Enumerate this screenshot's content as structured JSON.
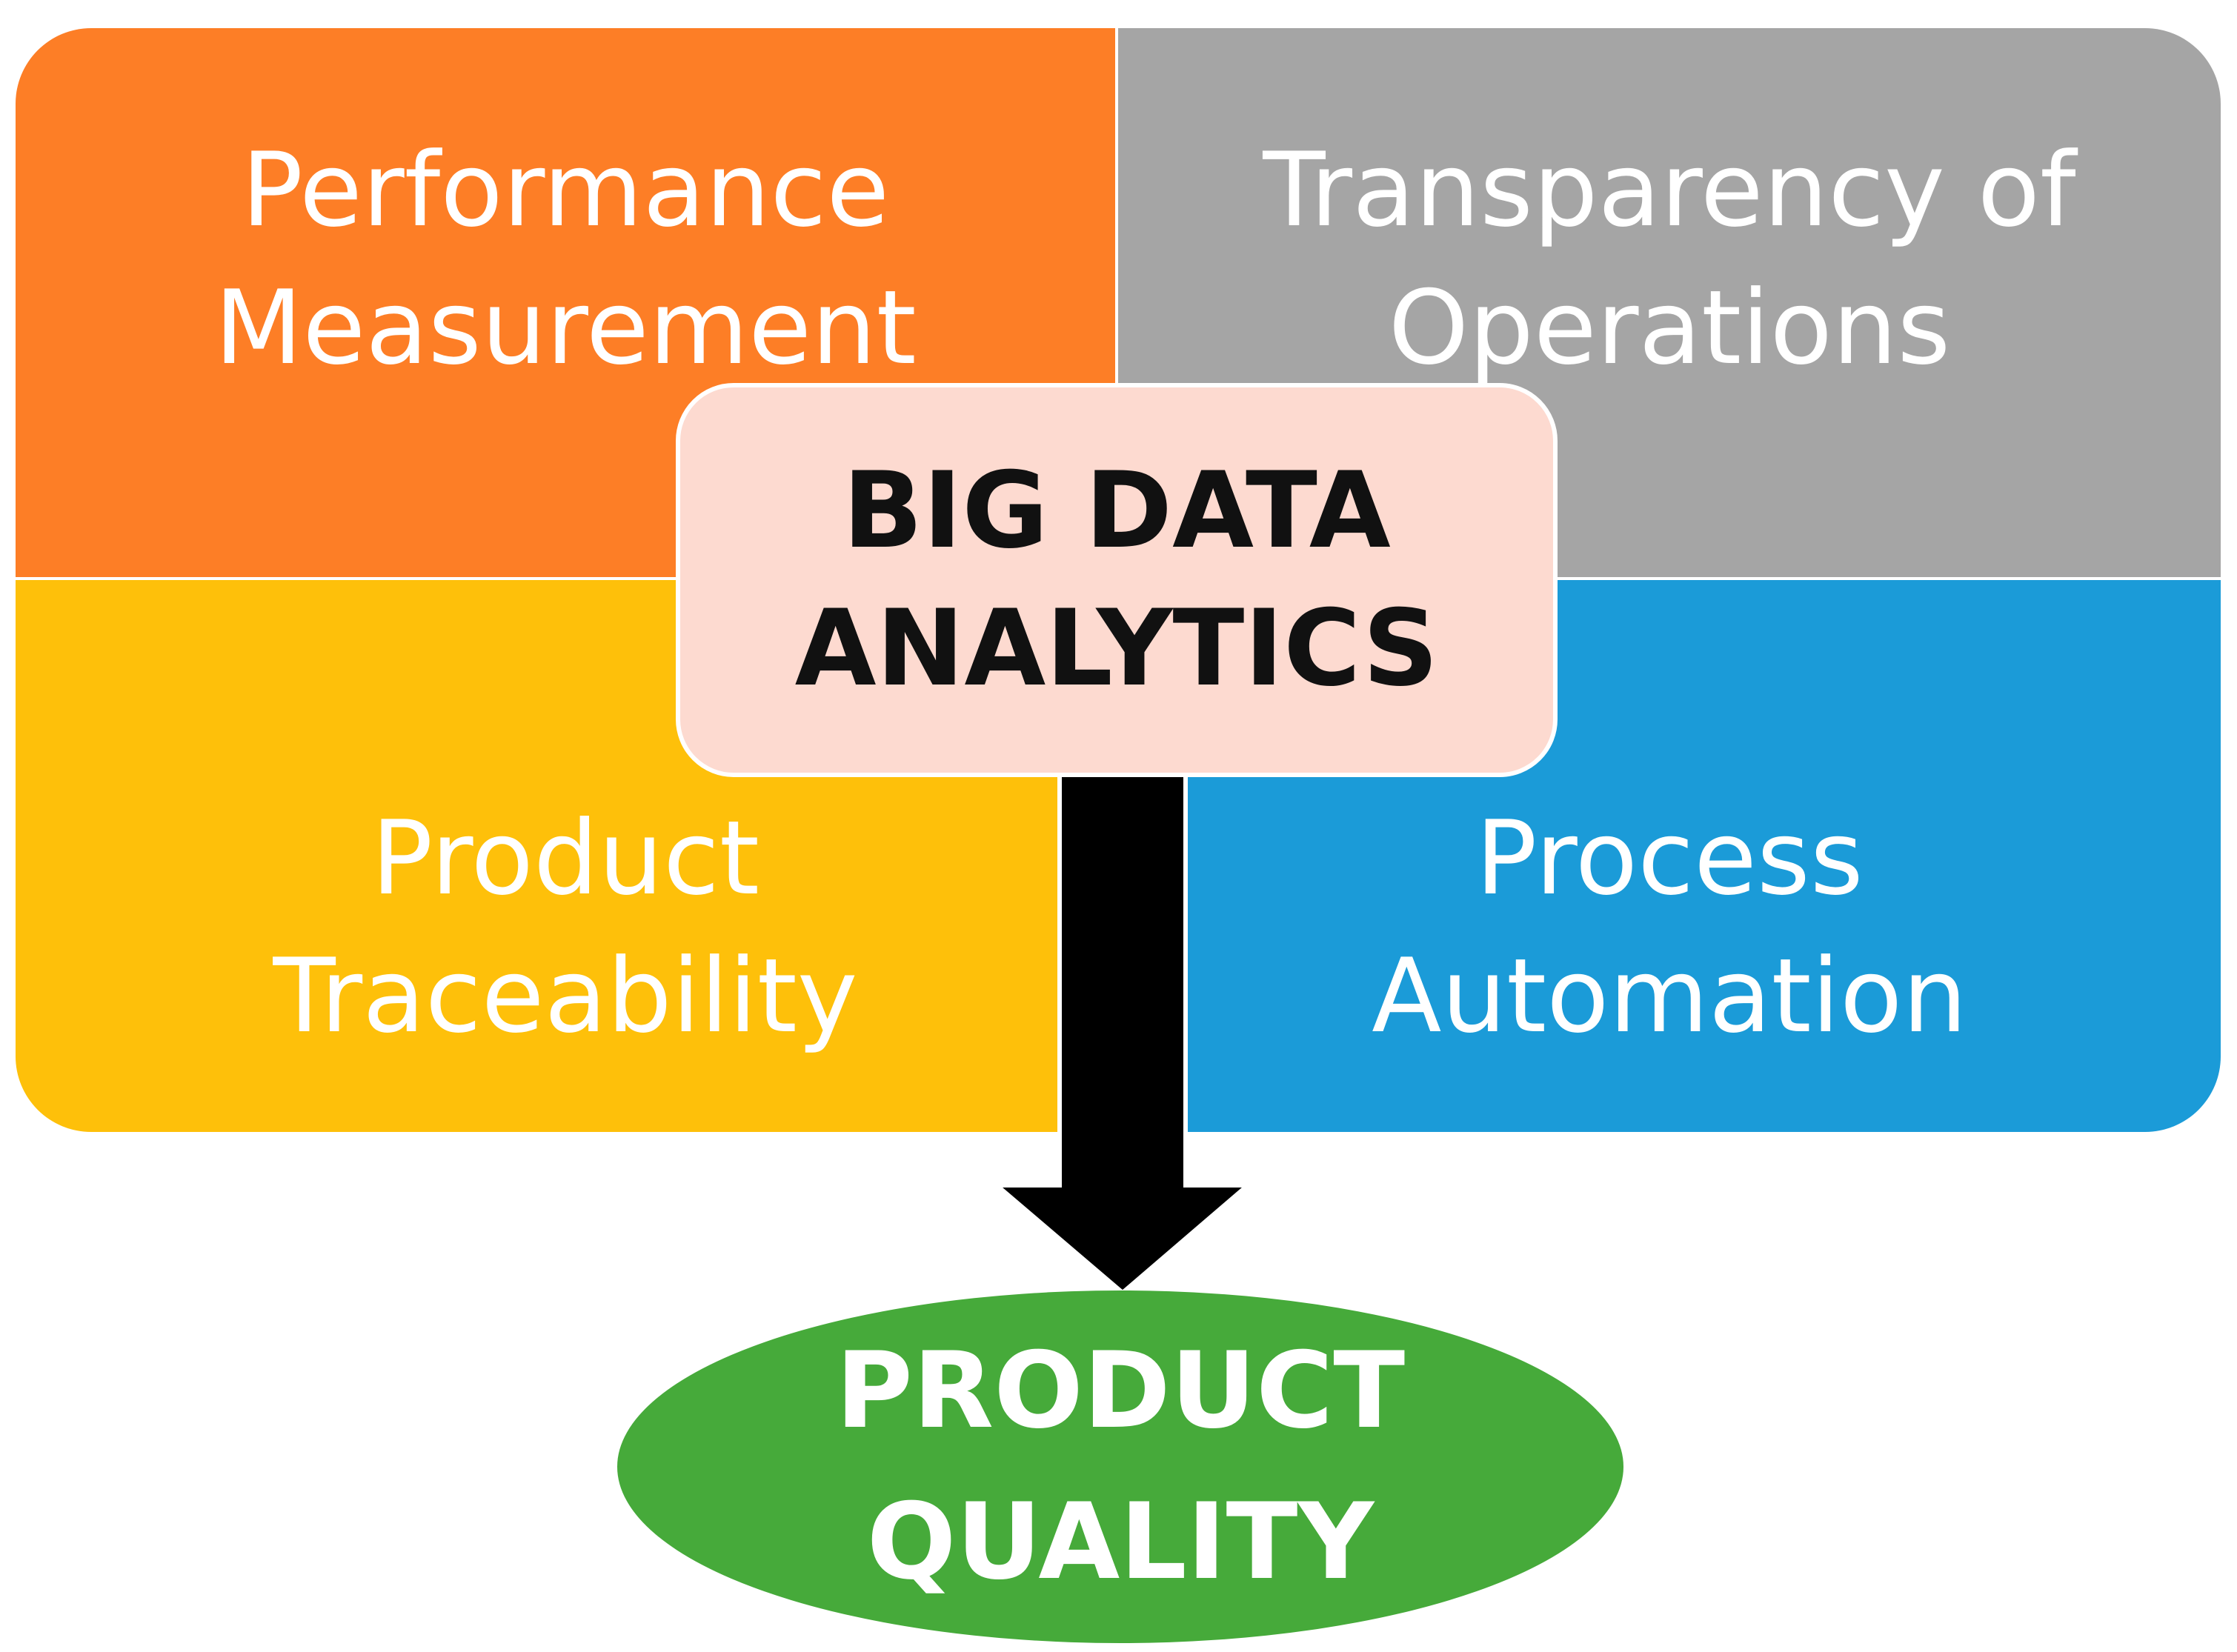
{
  "quadrants": {
    "top_left": {
      "line1": "Performance",
      "line2": "Measurement",
      "color": "#FD7E26"
    },
    "top_right": {
      "line1": "Transparency of",
      "line2": "Operations",
      "color": "#A5A5A5"
    },
    "bottom_left": {
      "line1": "Product",
      "line2": "Traceability",
      "color": "#FEC00A"
    },
    "bottom_right": {
      "line1": "Process",
      "line2": "Automation",
      "color": "#1B9BD8"
    }
  },
  "center": {
    "line1": "BIG DATA",
    "line2": "ANALYTICS",
    "color": "#FDDAD0"
  },
  "arrow": {
    "color": "#000000"
  },
  "outcome": {
    "line1": "PRODUCT",
    "line2": "QUALITY",
    "color": "#46AA3A"
  }
}
